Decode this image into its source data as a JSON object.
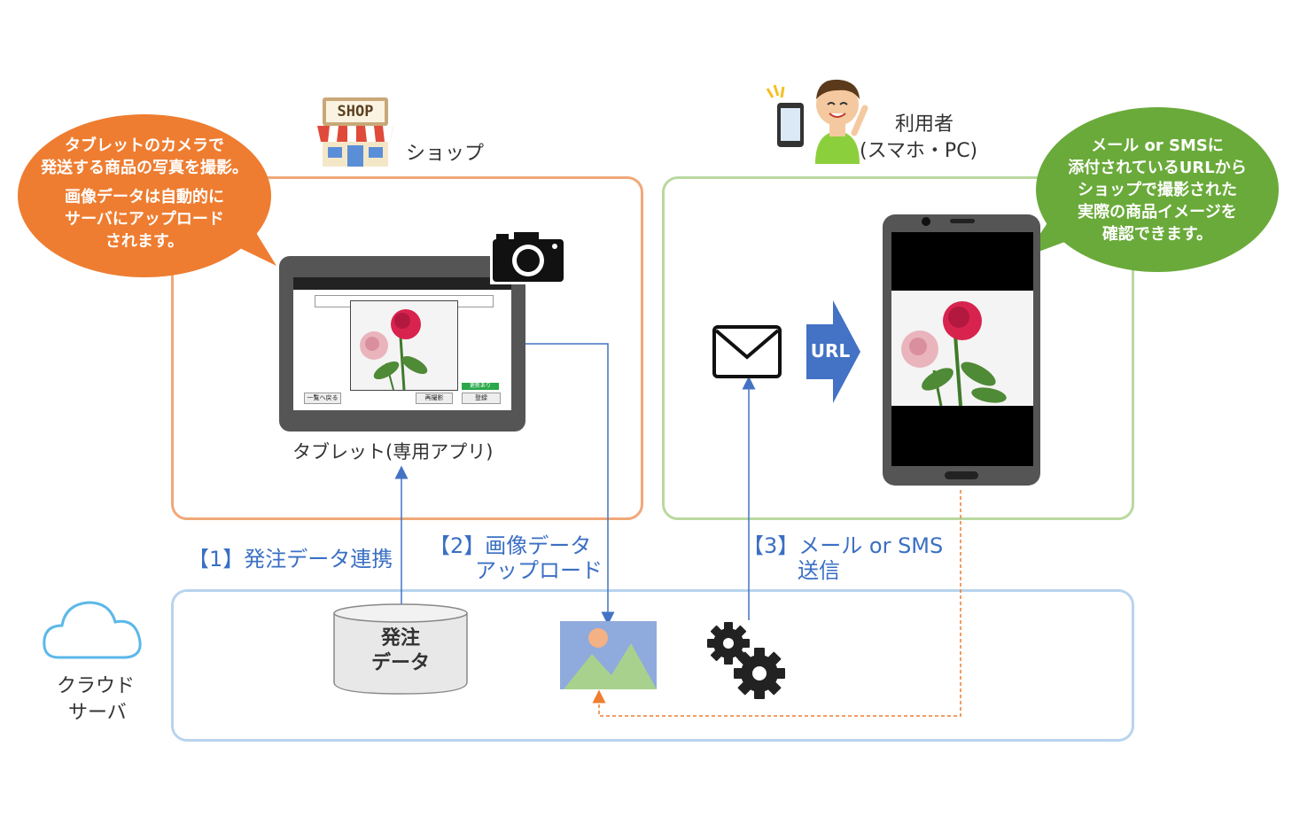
{
  "shop": {
    "label": "ショップ",
    "sign": "SHOP",
    "bubble_line1": "タブレットのカメラで",
    "bubble_line2": "発送する商品の写真を撮影。",
    "bubble_line3": "画像データは自動的に",
    "bubble_line4": "サーバにアップロード",
    "bubble_line5": "されます。",
    "tablet_caption": "タブレット(専用アプリ)",
    "tablet_btn_back": "一覧へ戻る",
    "tablet_btn_retake": "再撮影",
    "tablet_btn_register": "登録",
    "tablet_btn_update": "更新あり"
  },
  "user": {
    "label_line1": "利用者",
    "label_line2": "(スマホ・PC)",
    "bubble_line1": "メール or SMSに",
    "bubble_line2": "添付されているURLから",
    "bubble_line3": "ショップで撮影された",
    "bubble_line4": "実際の商品イメージを",
    "bubble_line5": "確認できます。",
    "url_arrow": "URL"
  },
  "steps": {
    "step1": "【1】発注データ連携",
    "step2_line1": "【2】画像データ",
    "step2_line2": "アップロード",
    "step3_line1": "【3】メール or SMS",
    "step3_line2": "送信"
  },
  "cloud": {
    "label_line1": "クラウド",
    "label_line2": "サーバ",
    "db_line1": "発注",
    "db_line2": "データ"
  },
  "colors": {
    "shop_border": "#f0a878",
    "user_border": "#b9d9a0",
    "cloud_border": "#b8d4ee",
    "orange_bubble": "#ee7d31",
    "green_bubble": "#6aaa3a",
    "arrow_blue": "#4472c4",
    "arrow_orange": "#ee7d31"
  },
  "icons": [
    "shop-icon",
    "smartphone-icon",
    "person-icon",
    "camera-icon",
    "mail-icon",
    "image-icon",
    "gear-icon",
    "cloud-icon",
    "database-icon"
  ]
}
